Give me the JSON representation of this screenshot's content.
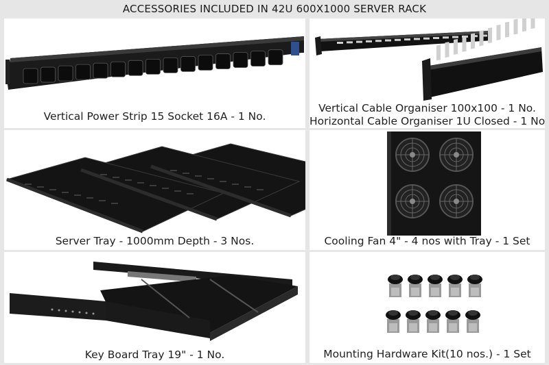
{
  "title": "ACCESSORIES INCLUDED IN 42U 600X1000 SERVER RACK",
  "items": [
    {
      "name": "power-strip",
      "caption": "Vertical Power Strip 15 Socket 16A - 1 No."
    },
    {
      "name": "cable-organiser",
      "caption_line1": "Vertical Cable Organiser 100x100 - 1 No.",
      "caption_line2": "Horizontal Cable Organiser 1U Closed - 1 No."
    },
    {
      "name": "server-tray",
      "caption": "Server Tray - 1000mm Depth - 3 Nos."
    },
    {
      "name": "cooling-fan",
      "caption": "Cooling Fan 4\" - 4 nos with Tray - 1 Set"
    },
    {
      "name": "keyboard-tray",
      "caption": "Key Board Tray 19\" - 1 No."
    },
    {
      "name": "mounting-kit",
      "caption": "Mounting Hardware Kit(10 nos.) - 1 Set"
    }
  ],
  "colors": {
    "background": "#e6e6e6",
    "panel": "#ffffff",
    "product": "#161616"
  }
}
